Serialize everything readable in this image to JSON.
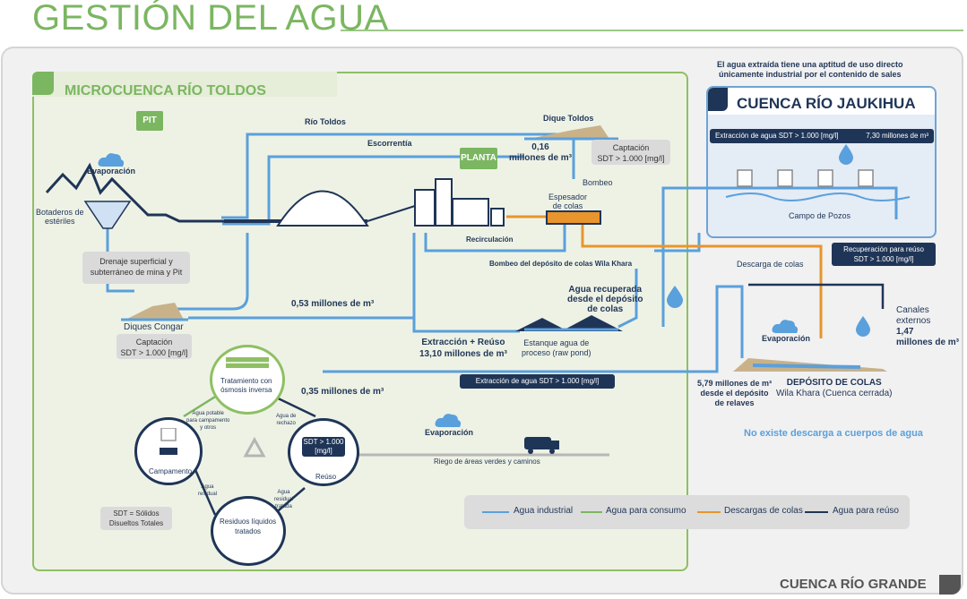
{
  "page_title": "GESTIÓN DEL AGUA",
  "panels": {
    "micro_title": "MICROCUENCA RÍO TOLDOS",
    "jaukihua_title": "CUENCA RÍO JAUKIHUA",
    "grande_title": "CUENCA RÍO GRANDE"
  },
  "header_note": [
    "El agua extraída tiene una aptitud de uso directo",
    "únicamente industrial por el contenido de sales"
  ],
  "pins": {
    "pit": "PIT",
    "planta": "PLANTA"
  },
  "labels": {
    "rio_toldos": "Río Toldos",
    "escorrentia": "Escorrentía",
    "dique_toldos": "Dique Toldos",
    "dique_toldos_value": [
      "0,16",
      "millones de m³"
    ],
    "captacion_toldos": [
      "Captación",
      "SDT > 1.000 [mg/l]"
    ],
    "bombeo": "Bombeo",
    "espesador": [
      "Espesador",
      "de colas"
    ],
    "evaporacion_left": "Evaporación",
    "botaderos": [
      "Botaderos de",
      "estériles"
    ],
    "drenaje": [
      "Drenaje superficial y",
      "subterráneo de mina y Pit"
    ],
    "recirculacion": "Recirculación",
    "bombeo_wila": "Bombeo del  depósito de colas Wila Khara",
    "diques_congar": "Diques Congar",
    "captacion_congar": [
      "Captación",
      "SDT > 1.000 [mg/l]"
    ],
    "value_053": "0,53 millones de m³",
    "agua_recuperada": [
      "Agua recuperada",
      "desde el depósito",
      "de colas"
    ],
    "extraccion_reuso": [
      "Extracción + Reúso",
      "13,10 millones de m³"
    ],
    "estanque": [
      "Estanque agua de",
      "proceso (raw pond)"
    ],
    "extraccion_sdt_bottom": "Extracción de agua SDT > 1.000 [mg/l]",
    "extraccion_sdt_top": "Extracción de agua SDT > 1.000 [mg/l]",
    "value_730": "7,30 millones de m³",
    "campo_pozos": "Campo de Pozos",
    "recuperacion": [
      "Recuperación para reúso",
      "SDT > 1.000 [mg/l]"
    ],
    "descarga_colas": "Descarga de colas",
    "canales": [
      "Canales",
      "externos",
      "1,47",
      "millones de m³"
    ],
    "evaporacion_right": "Evaporación",
    "value_579": [
      "5,79 millones de m³",
      "desde el depósito",
      "de relaves"
    ],
    "deposito_colas": [
      "DEPÓSITO DE COLAS",
      "Wila Khara (Cuenca cerrada)"
    ],
    "no_descarga": "No existe descarga a cuerpos de agua",
    "tratamiento": [
      "Tratamiento con",
      "ósmosis inversa"
    ],
    "value_035": "0,35 millones de m³",
    "agua_potable": [
      "Agua potable",
      "para campamento",
      "y otros"
    ],
    "agua_rechazo": [
      "Agua de",
      "rechazo"
    ],
    "campamento": "Campamento",
    "agua_residual": [
      "Agua",
      "residual"
    ],
    "agua_residual_tratada": [
      "Agua",
      "residual",
      "tratada"
    ],
    "sdt_box": [
      "SDT > 1.000",
      "[mg/l]"
    ],
    "reuso": "Reúso",
    "residuos": [
      "Residuos líquidos",
      "tratados"
    ],
    "sdt_def": [
      "SDT = Sólidos",
      "Disueltos Totales"
    ],
    "evaporacion_mid": "Evaporación",
    "riego": "Riego de áreas verdes y caminos"
  },
  "legend": [
    {
      "label": "Agua industrial",
      "color": "#5aa0dc"
    },
    {
      "label": "Agua para consumo",
      "color": "#7bb661"
    },
    {
      "label": "Descargas de colas",
      "color": "#e8952d"
    },
    {
      "label": "Agua para reúso",
      "color": "#1f3557"
    }
  ],
  "colors": {
    "industrial": "#5aa0dc",
    "consumo": "#7bb661",
    "colas": "#e8952d",
    "reuso": "#1f3557"
  }
}
